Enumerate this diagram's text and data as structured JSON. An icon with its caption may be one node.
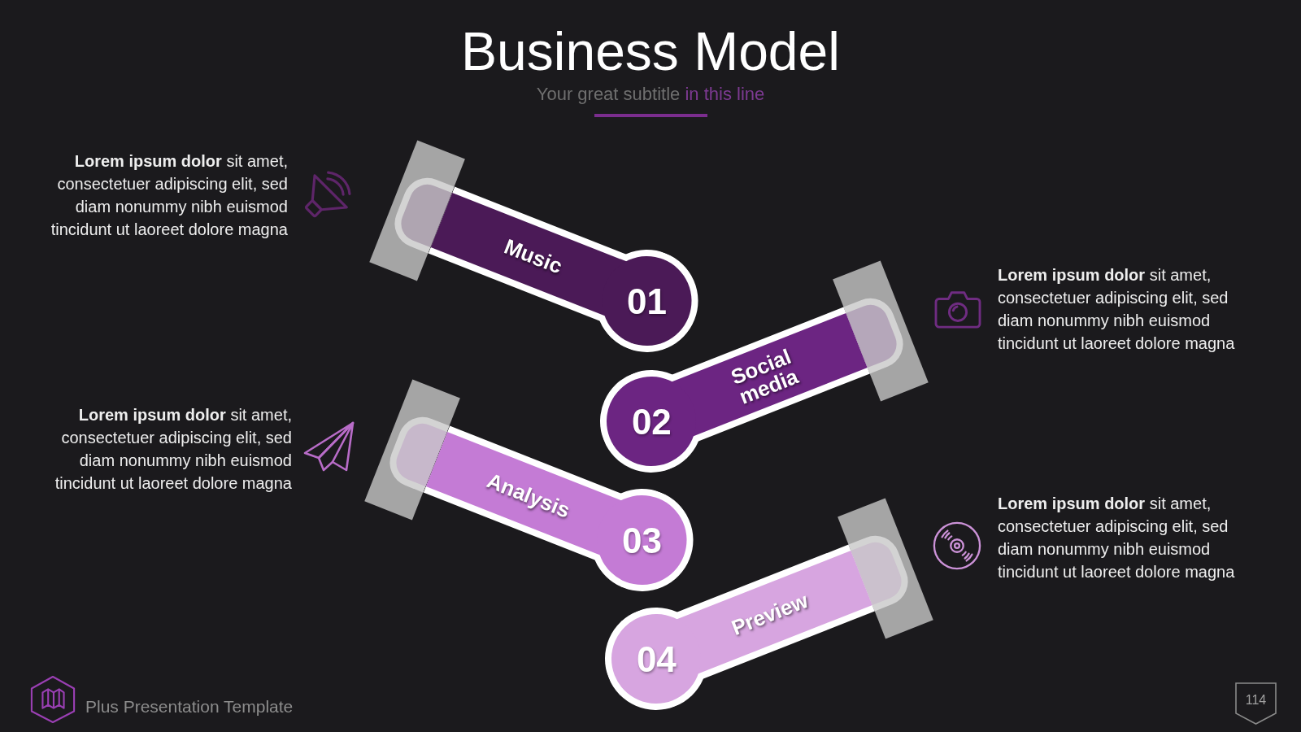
{
  "diagram": {
    "title": "Business Model",
    "nodes": [
      {
        "text": [
          "Music",
          "01"
        ]
      },
      {
        "text": [
          "Social media",
          "02"
        ]
      },
      {
        "text": [
          "Analysis",
          "03"
        ]
      },
      {
        "text": [
          "Preview",
          "04"
        ]
      }
    ],
    "labels": [
      "Your great subtitle",
      "in this line",
      "**Lorem ipsum dolor** sit amet, consectetuer adipiscing elit, sed diam nonummy nibh euismod tincidunt ut laoreet dolore magna",
      "**Lorem ipsum dolor** sit amet, consectetuer adipiscing elit, sed diam nonummy nibh euismod tincidunt ut laoreet dolore magna",
      "**Lorem ipsum dolor** sit amet, consectetuer adipiscing elit, sed diam nonummy nibh euismod tincidunt ut laoreet dolore magna",
      "**Lorem ipsum dolor** sit amet, consectetuer adipiscing elit, sed diam nonummy nibh euismod tincidunt ut laoreet dolore magna",
      "Plus Presentation Template",
      "114"
    ]
  }
}
